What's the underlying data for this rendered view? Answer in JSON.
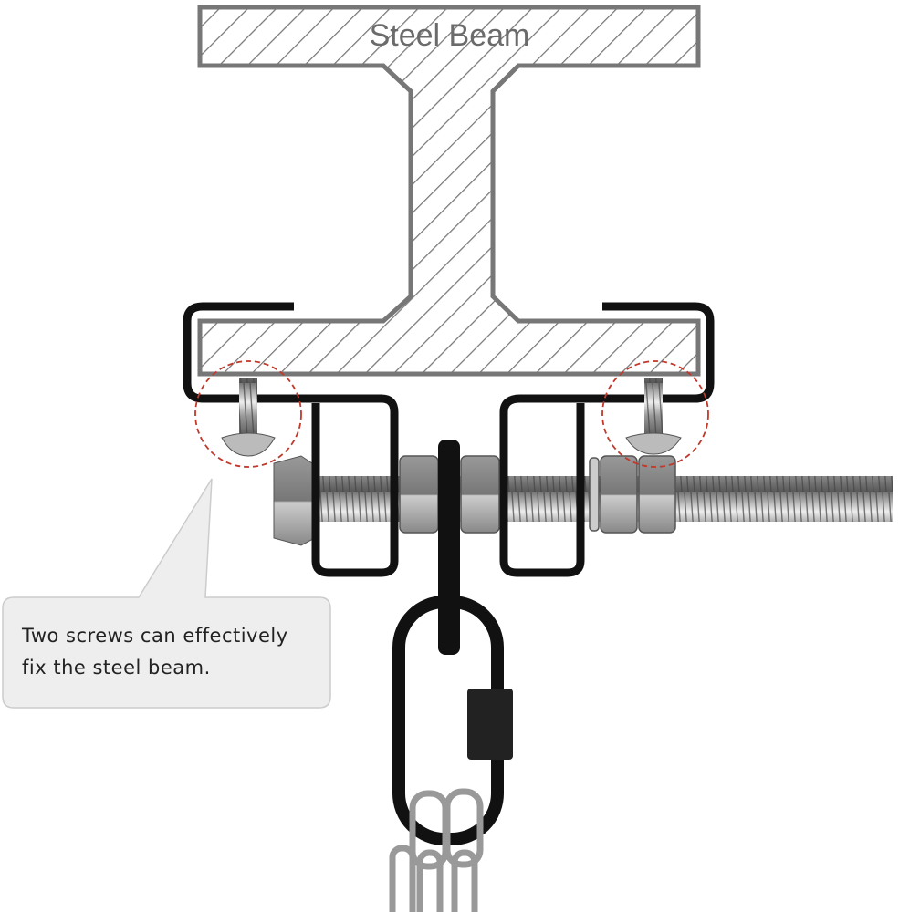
{
  "beam": {
    "label": "Steel Beam"
  },
  "callout": {
    "text_line1": "Two screws can effectively",
    "text_line2": "fix the steel beam."
  },
  "colors": {
    "beam_outline": "#777777",
    "clamp": "#111111",
    "steel": "#b8b8b8",
    "highlight_circle": "#c0392b",
    "callout_bg": "#eeeeee"
  }
}
